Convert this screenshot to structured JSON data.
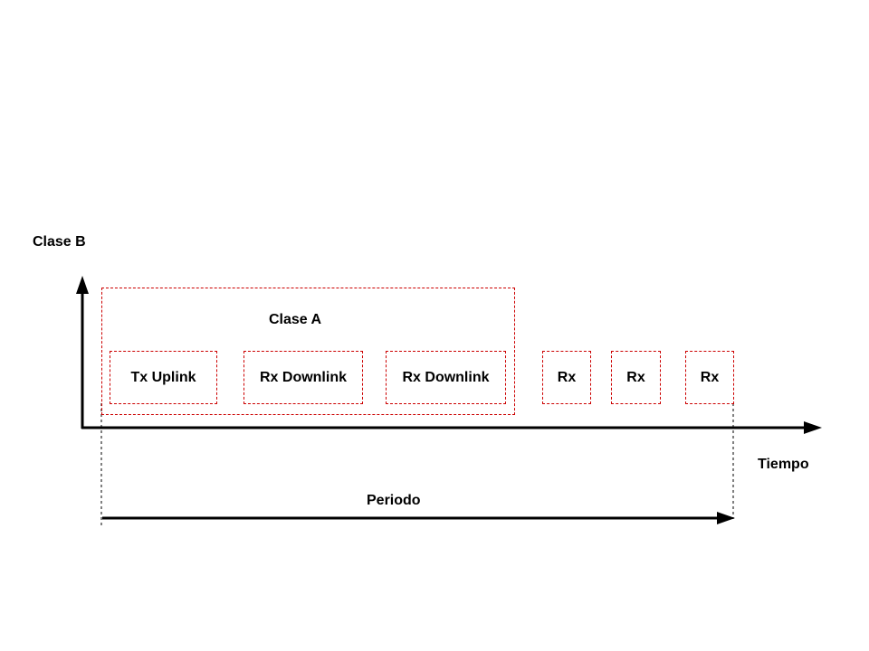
{
  "title": "Clase B",
  "class_a": {
    "label": "Clase A"
  },
  "slots": [
    {
      "label": "Tx Uplink"
    },
    {
      "label": "Rx Downlink"
    },
    {
      "label": "Rx Downlink"
    },
    {
      "label": "Rx"
    },
    {
      "label": "Rx"
    },
    {
      "label": "Rx"
    }
  ],
  "x_axis_label": "Tiempo",
  "period_label": "Periodo",
  "colors": {
    "dashed_border": "#cc0000",
    "axis": "#000000",
    "text": "#000000"
  }
}
